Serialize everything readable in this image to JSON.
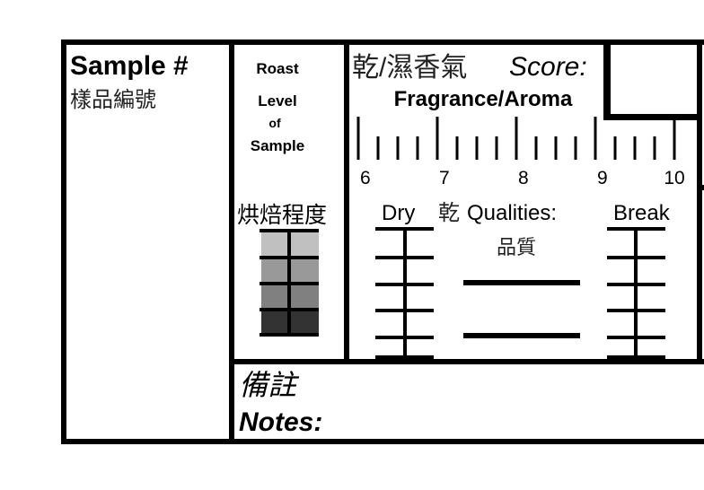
{
  "sample": {
    "title": "Sample #",
    "title_zh": "樣品編號"
  },
  "roast": {
    "line1": "Roast",
    "line2": "Level",
    "line3": "of",
    "line4": "Sample",
    "label_zh": "烘焙程度",
    "swatches": [
      "#c0c0c0",
      "#999999",
      "#808080",
      "#333333"
    ]
  },
  "fragrance": {
    "title_zh": "乾/濕香氣",
    "score_label": "Score:",
    "title": "Fragrance/Aroma",
    "scale_labels": [
      "6",
      "7",
      "8",
      "9",
      "10"
    ]
  },
  "qualities": {
    "dry": "Dry",
    "dry_zh": "乾",
    "label": "Qualities:",
    "label_zh": "品質",
    "break": "Break"
  },
  "notes": {
    "label_zh": "備註",
    "label": "Notes:"
  }
}
